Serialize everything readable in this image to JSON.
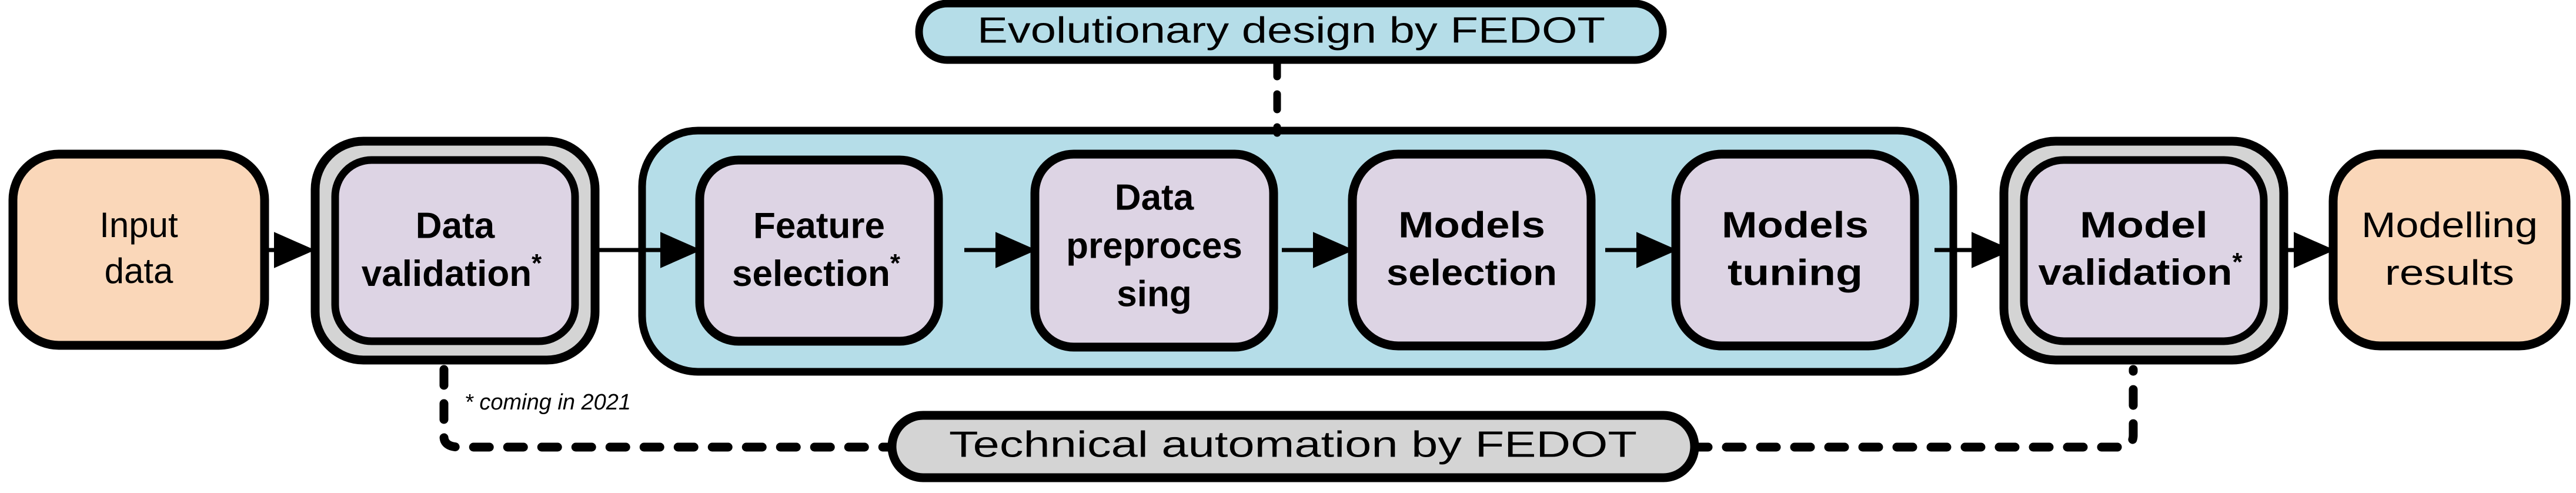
{
  "diagram": {
    "title_top_banner": "Evolutionary design by FEDOT",
    "title_bottom_banner": "Technical automation by FEDOT",
    "footnote": "* coming in 2021",
    "colors": {
      "input_output_fill": "#FAD7B9",
      "stage_fill": "#DDD4E4",
      "evolutionary_container_fill": "#B5DDE8",
      "technical_frame_fill": "#D4D4D4",
      "outline": "#000000",
      "background": "#FFFFFF"
    },
    "nodes": [
      {
        "id": "input-data",
        "kind": "io",
        "lines": [
          "Input",
          "data"
        ],
        "starred": false
      },
      {
        "id": "data-validation",
        "kind": "stage-framed",
        "lines": [
          "Data",
          "validation"
        ],
        "starred": true
      },
      {
        "id": "feature-selection",
        "kind": "stage",
        "lines": [
          "Feature",
          "selection"
        ],
        "starred": true
      },
      {
        "id": "data-preprocessing",
        "kind": "stage",
        "lines": [
          "Data",
          "preproces",
          "sing"
        ],
        "starred": false
      },
      {
        "id": "models-selection",
        "kind": "stage",
        "lines": [
          "Models",
          "selection"
        ],
        "starred": false
      },
      {
        "id": "models-tuning",
        "kind": "stage",
        "lines": [
          "Models",
          "tuning"
        ],
        "starred": false
      },
      {
        "id": "model-validation",
        "kind": "stage-framed",
        "lines": [
          "Model",
          "validation"
        ],
        "starred": true
      },
      {
        "id": "modelling-results",
        "kind": "io",
        "lines": [
          "Modelling",
          "results"
        ],
        "starred": false
      }
    ],
    "flow_order": [
      "input-data",
      "data-validation",
      "feature-selection",
      "data-preprocessing",
      "models-selection",
      "models-tuning",
      "model-validation",
      "modelling-results"
    ],
    "grouped_in_evolutionary": [
      "feature-selection",
      "data-preprocessing",
      "models-selection",
      "models-tuning"
    ],
    "grouped_in_technical": [
      "data-validation",
      "model-validation"
    ],
    "star_marker": "*"
  }
}
